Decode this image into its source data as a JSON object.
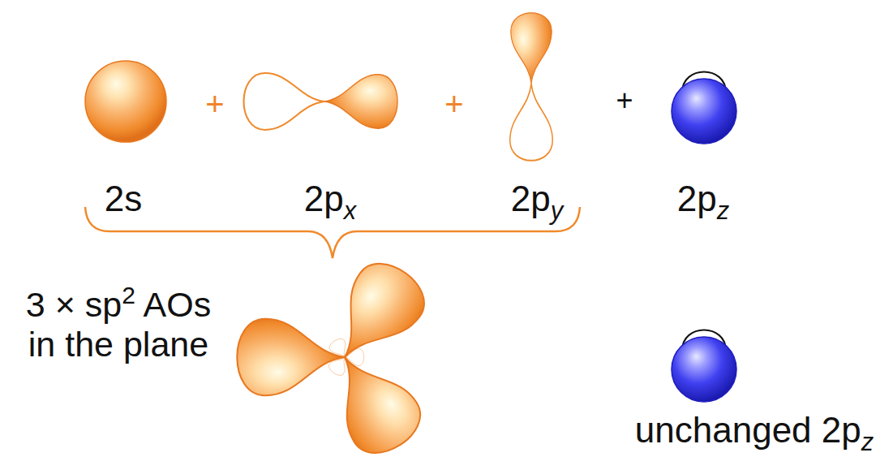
{
  "diagram": {
    "labels": [
      "2s",
      "+",
      "2px",
      "+",
      "2py",
      "+",
      "2pz",
      "3 × sp2 AOs in the plane",
      "unchanged 2pz"
    ]
  }
}
